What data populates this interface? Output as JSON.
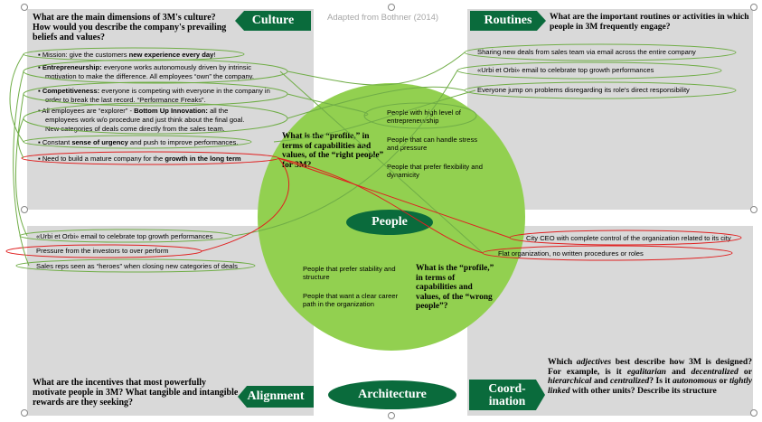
{
  "source": "Adapted from Bothner (2014)",
  "culture": {
    "label": "Culture",
    "question": "What are the main dimensions of 3M's culture? How would you describe the company's prevailing beliefs and values?",
    "items": [
      {
        "pre": "Mission: give the customers ",
        "bold": "new experience every day",
        "post": "!"
      },
      {
        "pre": "",
        "bold": "Entrepreneurship:",
        "post": " everyone works autonomously driven by intrinsic"
      },
      {
        "pre": "motivation to make the difference. All employees “own” the company.",
        "bold": "",
        "post": ""
      },
      {
        "pre": "",
        "bold": "Competitiveness:",
        "post": " everyone is competing with everyone in the company in"
      },
      {
        "pre": "order to break the last record. “Performance Freaks”.",
        "bold": "",
        "post": ""
      },
      {
        "pre": "All employees are “explorer” - ",
        "bold": "Bottom Up Innovation:",
        "post": " all the"
      },
      {
        "pre": "employees work w/o procedure and just think about the final goal.",
        "bold": "",
        "post": ""
      },
      {
        "pre": "New categories of deals come directly from the sales team.",
        "bold": "",
        "post": ""
      },
      {
        "pre": "Constant ",
        "bold": "sense of urgency",
        "post": " and push to improve performances."
      },
      {
        "pre": "Need to build a mature company for the ",
        "bold": "growth in the long term",
        "post": ""
      }
    ]
  },
  "routines": {
    "label": "Routines",
    "question": "What are the important routines or activities in which people in 3M frequently engage?",
    "items": [
      "Sharing new deals from sales team via email across the entire company",
      "«Urbi et Orbi» email to celebrate top growth performances",
      "Everyone jump on problems disregarding its role's direct responsibility"
    ]
  },
  "people": {
    "label": "People",
    "right_question": "What is the “profile,” in terms of capabilities and values, of the “right people” for 3M?",
    "wrong_question": "What is the “profile,” in terms of capabilities and values, of the “wrong people”?",
    "right_profiles": [
      "People with high level of entrepreneurship",
      "People that can handle stress and pressure",
      "People that prefer flexibility and dynamicity"
    ],
    "wrong_profiles": [
      "People that prefer stability and structure",
      "People that want a clear career path in the organization"
    ]
  },
  "alignment": {
    "label": "Alignment",
    "question": "What are the incentives that most powerfully motivate people in 3M? What tangible and intangible rewards are they seeking?",
    "items": [
      "«Urbi et Orbi» email to celebrate top growth performances",
      "Pressure from the investors to over perform",
      "Sales reps seen as “heroes” when closing new categories of deals"
    ]
  },
  "coordination": {
    "label_line1": "Coord-",
    "label_line2": "ination",
    "question_parts": [
      "Which ",
      "adjectives",
      " best describe how 3M is designed? For example, is it ",
      "egalitarian",
      " and ",
      "decentralized",
      " or ",
      "hierarchical",
      " and ",
      "centralized",
      "? Is it ",
      "autonomous",
      " or ",
      "tightly linked",
      " with other units? Describe its structure"
    ],
    "items": [
      "City CEO with complete control of the organization related to its city",
      "Flat organization, no written procedures or roles"
    ]
  },
  "architecture": {
    "label": "Architecture"
  },
  "colors": {
    "green_dark": "#0a6b3c",
    "green_circle": "#92d050",
    "panel_gray": "#d9d9d9",
    "oval_green": "#70ad47",
    "oval_red": "#e02020"
  }
}
